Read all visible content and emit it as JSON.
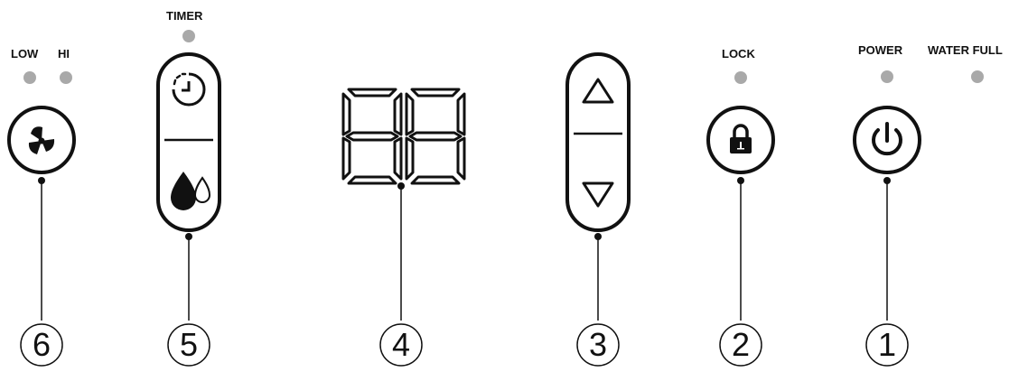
{
  "indicators": {
    "low": "LOW",
    "hi": "HI",
    "timer": "TIMER",
    "lock": "LOCK",
    "power": "POWER",
    "water_full": "WATER FULL"
  },
  "display": {
    "digits": "88"
  },
  "callouts": [
    "1",
    "2",
    "3",
    "4",
    "5",
    "6"
  ],
  "icons": [
    "fan-icon",
    "timer-icon",
    "water-drops-icon",
    "up-arrow-icon",
    "down-arrow-icon",
    "lock-icon",
    "power-icon"
  ],
  "colors": {
    "line": "#111111",
    "indicator_led": "#a9a9a9"
  }
}
